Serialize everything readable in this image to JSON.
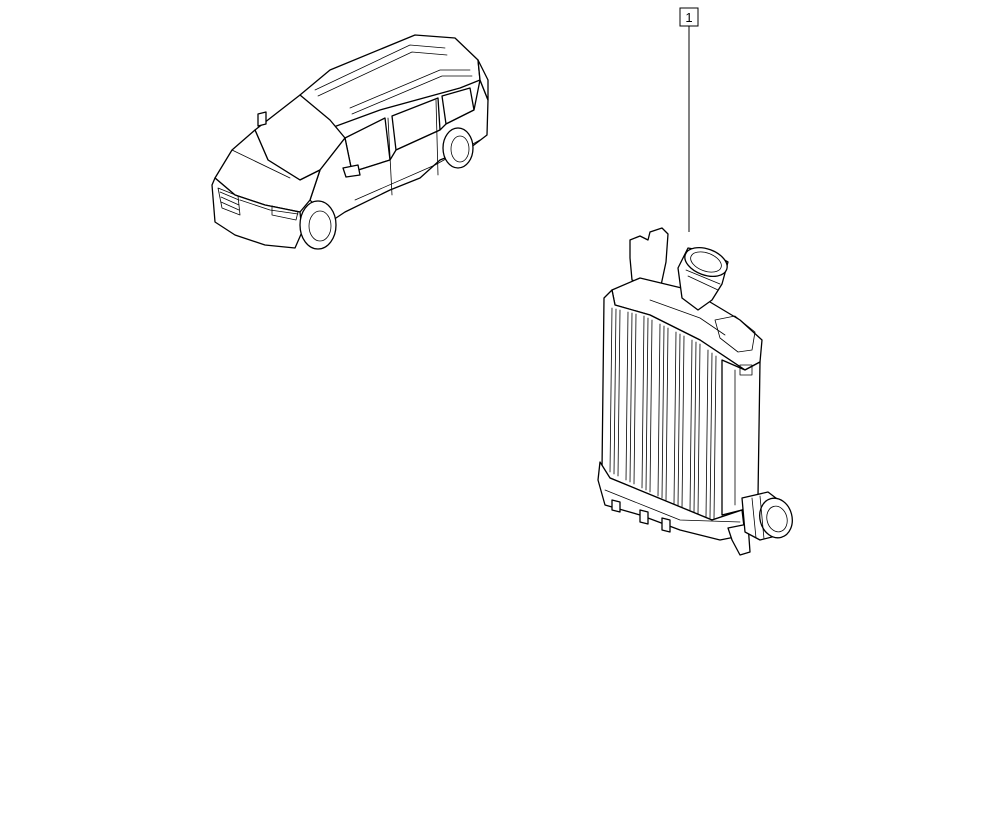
{
  "diagram": {
    "callouts": [
      {
        "id": "intercooler",
        "label": "1"
      }
    ],
    "illustrations": [
      {
        "name": "vehicle",
        "description_icon": "minivan-icon"
      },
      {
        "name": "intercooler",
        "description_icon": "intercooler-icon"
      }
    ]
  }
}
